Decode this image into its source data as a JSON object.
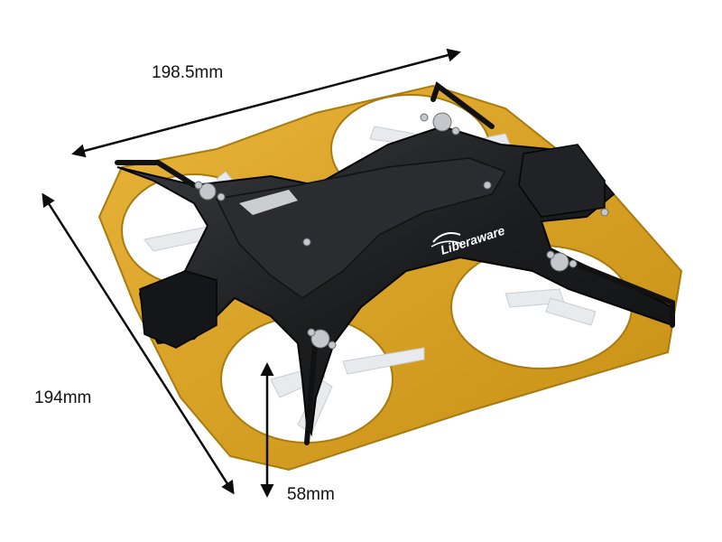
{
  "dimensions": {
    "width_label": "198.5mm",
    "depth_label": "194mm",
    "height_label": "58mm"
  },
  "product": {
    "brand_logo_text": "Liberaware"
  },
  "colors": {
    "frame_yellow": "#d9a21f",
    "body_black": "#1c1d1f",
    "propeller_white": "#e8ebed",
    "arrow": "#0d0d0d"
  }
}
